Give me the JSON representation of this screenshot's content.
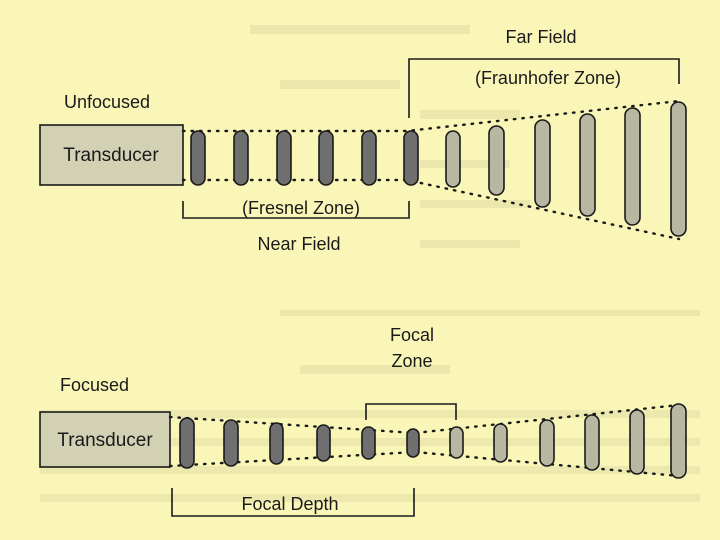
{
  "colors": {
    "background": "#f9f6b8",
    "transducer_fill": "#d3d1b4",
    "near_field_element": "#6f6f6f",
    "far_field_element": "#b8b8a2",
    "line": "#1a1a1a"
  },
  "unfocused": {
    "label": "Unfocused",
    "transducer_label": "Transducer",
    "far_field_label": "Far Field",
    "fraunhofer_label": "(Fraunhofer Zone)",
    "fresnel_label": "(Fresnel Zone)",
    "near_field_label": "Near Field",
    "near_element_count": 6,
    "far_element_count": 6
  },
  "focused": {
    "label": "Focused",
    "transducer_label": "Transducer",
    "focal_zone_label_line1": "Focal",
    "focal_zone_label_line2": "Zone",
    "focal_depth_label": "Focal Depth",
    "element_count": 12
  }
}
